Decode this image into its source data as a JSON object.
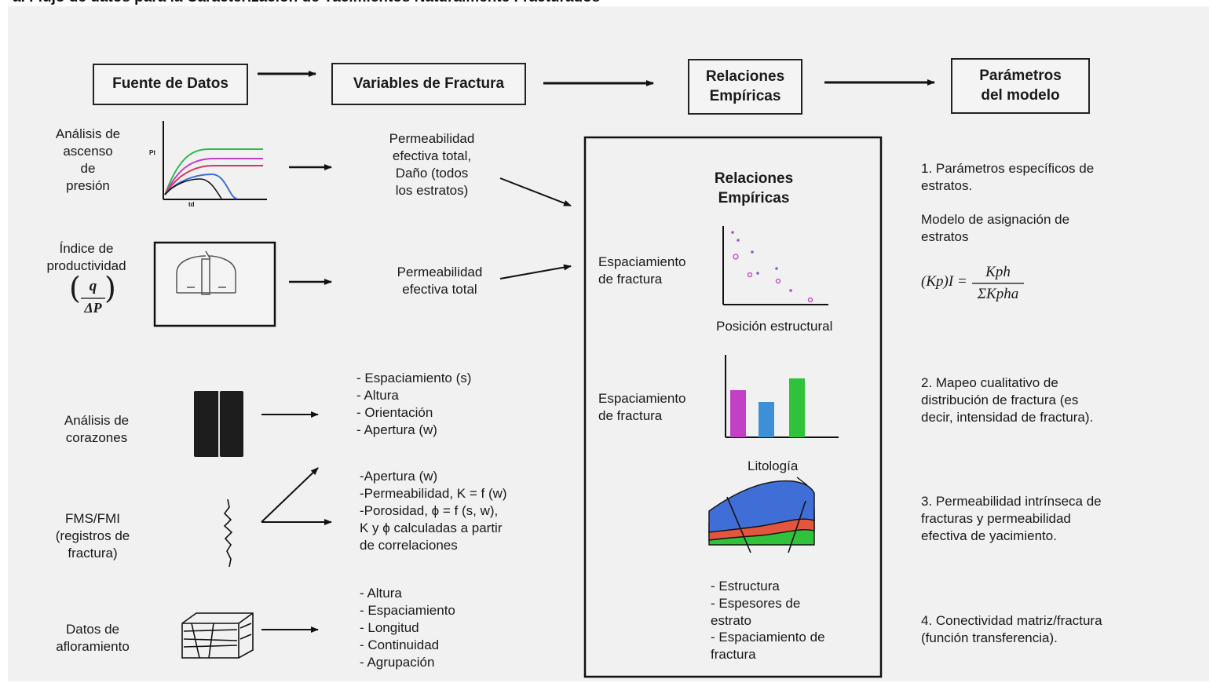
{
  "top_title": "a. Flujo de datos para la Caracterización de Yacimientos Naturalmente Fracturados",
  "headers": {
    "fuente": "Fuente de Datos",
    "variables": "Variables de Fractura",
    "relaciones": "Relaciones\nEmpíricas",
    "parametros": "Parámetros\ndel modelo"
  },
  "sources": {
    "presion": "Análisis de\nascenso\nde\npresión",
    "indice": "Índice de\nproductividad",
    "corazones": "Análisis de\ncorazones",
    "fms": "FMS/FMI\n(registros de\nfractura)",
    "afloramiento": "Datos de\nafloramiento"
  },
  "formula_q": {
    "num": "q",
    "den": "ΔP"
  },
  "pressure_plot_labels": {
    "y": "Pt",
    "x": "td"
  },
  "variables": {
    "v1": "Permeabilidad\nefectiva total,\nDaño (todos\nlos estratos)",
    "v2": "Permeabilidad\nefectiva total",
    "v3": "- Espaciamiento (s)\n- Altura\n- Orientación\n- Apertura (w)",
    "v4": "-Apertura (w)\n-Permeabilidad, K = f (w)\n-Porosidad, ϕ = f (s, w),\nK y ϕ calculadas a partir\nde correlaciones",
    "v5": "- Altura\n- Espaciamiento\n- Longitud\n- Continuidad\n- Agrupación"
  },
  "relaciones_box": {
    "title": "Relaciones\nEmpíricas",
    "esp1": "Espaciamiento\nde fractura",
    "posicion": "Posición estructural",
    "esp2": "Espaciamiento\nde fractura",
    "litologia": "Litología",
    "list": "-  Estructura\n-  Espesores de\n   estrato\n-  Espaciamiento de\n   fractura"
  },
  "bars": {
    "values": [
      0.6,
      0.45,
      0.75
    ],
    "colors": [
      "#c23fc6",
      "#3f8fd6",
      "#2fc23a"
    ]
  },
  "parametros": {
    "p1": "1. Parámetros específicos de\nestratos.",
    "p1b": "Modelo de asignación de\nestratos",
    "formula_lhs": "(Kp)I =",
    "formula_num": "Kph",
    "formula_den": "ΣKpha",
    "p2": "2. Mapeo cualitativo de\ndistribución de fractura (es\ndecir, intensidad de fractura).",
    "p3": "3. Permeabilidad intrínseca de\nfracturas y permeabilidad\nefectiva de yacimiento.",
    "p4": "4. Conectividad matriz/fractura\n(función transferencia)."
  }
}
